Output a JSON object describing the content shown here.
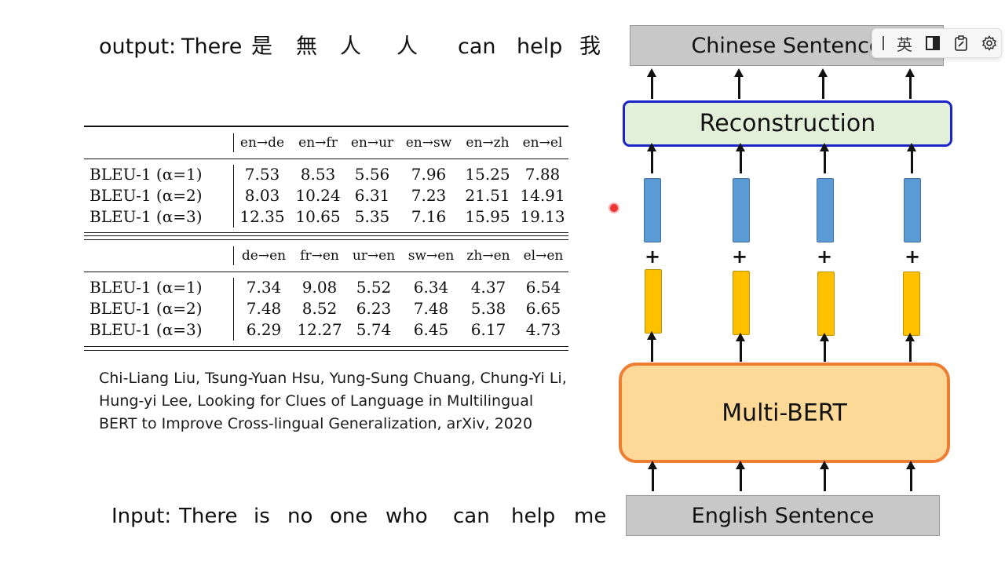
{
  "output_line": {
    "label": "output:",
    "words": [
      "There",
      "是",
      "無",
      "人",
      "人",
      "can",
      "help",
      "我"
    ]
  },
  "input_line": {
    "label": "Input:",
    "words": [
      "There",
      "is",
      "no",
      "one",
      "who",
      "can",
      "help",
      "me"
    ]
  },
  "table": {
    "top_headers": [
      "en→de",
      "en→fr",
      "en→ur",
      "en→sw",
      "en→zh",
      "en→el"
    ],
    "top_rows": [
      {
        "label": "BLEU-1 (α=1)",
        "values": [
          "7.53",
          "8.53",
          "5.56",
          "7.96",
          "15.25",
          "7.88"
        ]
      },
      {
        "label": "BLEU-1 (α=2)",
        "values": [
          "8.03",
          "10.24",
          "6.31",
          "7.23",
          "21.51",
          "14.91"
        ]
      },
      {
        "label": "BLEU-1 (α=3)",
        "values": [
          "12.35",
          "10.65",
          "5.35",
          "7.16",
          "15.95",
          "19.13"
        ]
      }
    ],
    "bottom_headers": [
      "de→en",
      "fr→en",
      "ur→en",
      "sw→en",
      "zh→en",
      "el→en"
    ],
    "bottom_rows": [
      {
        "label": "BLEU-1 (α=1)",
        "values": [
          "7.34",
          "9.08",
          "5.52",
          "6.34",
          "4.37",
          "6.54"
        ]
      },
      {
        "label": "BLEU-1 (α=2)",
        "values": [
          "7.48",
          "8.52",
          "6.23",
          "7.48",
          "5.38",
          "6.65"
        ]
      },
      {
        "label": "BLEU-1 (α=3)",
        "values": [
          "6.29",
          "12.27",
          "5.74",
          "6.45",
          "6.17",
          "4.73"
        ]
      }
    ]
  },
  "citation": "Chi-Liang Liu, Tsung-Yuan Hsu, Yung-Sung Chuang, Chung-Yi Li, Hung-yi Lee, Looking for Clues of Language in Multilingual BERT to Improve Cross-lingual Generalization, arXiv, 2020",
  "diagram": {
    "top_box": "Chinese Sentence",
    "reconstruction": "Reconstruction",
    "plus": "+",
    "model": "Multi-BERT",
    "bottom_box": "English Sentence",
    "colors": {
      "blue_vector": "#5b9bd5",
      "gold_vector": "#ffc000",
      "model_fill": "#fdd998",
      "model_border": "#ed7d31",
      "recon_fill": "#e2efd9",
      "recon_border": "#1a24c8"
    }
  },
  "toolbar": {
    "ime_label": "英",
    "icons": [
      "cursor-bar-icon",
      "split-panel-icon",
      "clipboard-icon",
      "gear-icon"
    ]
  }
}
